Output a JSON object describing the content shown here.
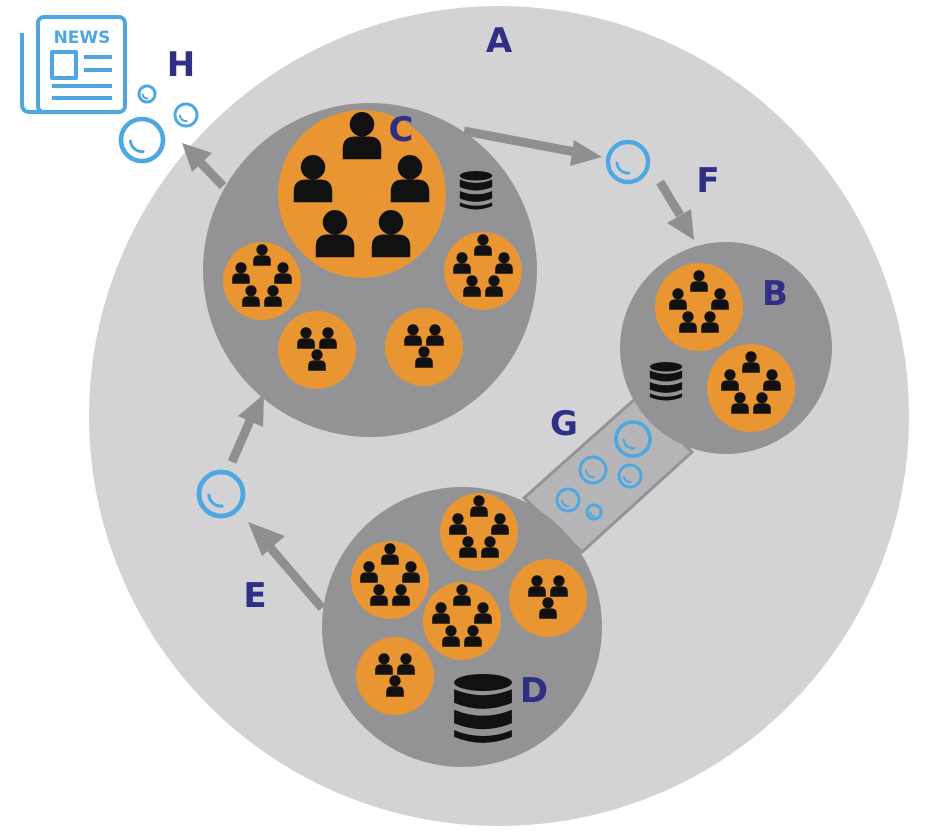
{
  "labels": {
    "a": "A",
    "b": "B",
    "c": "C",
    "d": "D",
    "e": "E",
    "f": "F",
    "g": "G",
    "h": "H"
  },
  "news_text": "NEWS",
  "colors": {
    "outer": "#d3d3d5",
    "cluster": "#939396",
    "group": "#e99531",
    "person": "#111111",
    "bubble": "#4ea7e1",
    "label": "#2f2f86",
    "arrow": "#8f8f92"
  },
  "icons": [
    "person-icon",
    "database-icon",
    "bubble-icon",
    "newspaper-icon",
    "arrow-icon"
  ]
}
